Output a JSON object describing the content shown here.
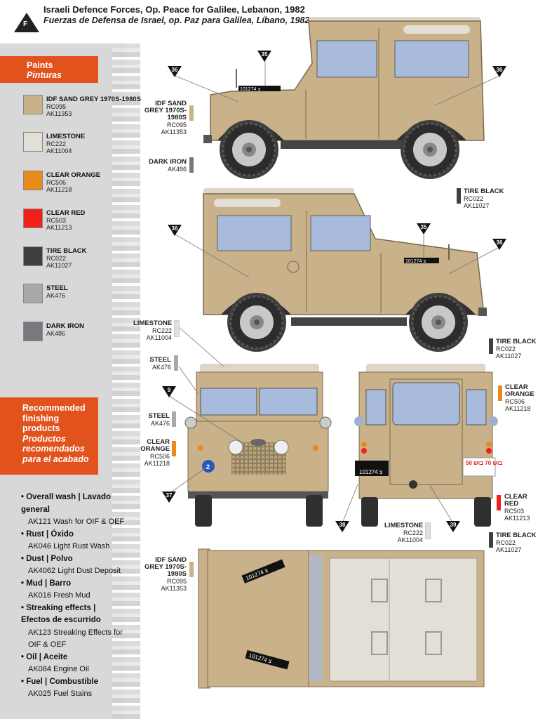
{
  "header": {
    "badge": "F",
    "title": "Israeli Defence Forces, Op. Peace for Galilee, Lebanon, 1982",
    "subtitle": "Fuerzas de Defensa de Israel, op. Paz para Galilea, Líbano, 1982"
  },
  "paints": {
    "title": "Paints",
    "title_es": "Pinturas",
    "items": [
      {
        "name": "IDF SAND GREY 1970S-1980S",
        "codes": "RC095\nAK11353",
        "color": "#c9b189"
      },
      {
        "name": "LIMESTONE",
        "codes": "RC222\nAK11004",
        "color": "#e4dfd6"
      },
      {
        "name": "CLEAR ORANGE",
        "codes": "RC506\nAK11218",
        "color": "#e88a1c"
      },
      {
        "name": "CLEAR RED",
        "codes": "RC503\nAK11213",
        "color": "#f0201d"
      },
      {
        "name": "TIRE BLACK",
        "codes": "RC022\nAK11027",
        "color": "#3e3f40"
      },
      {
        "name": "STEEL",
        "codes": "AK476",
        "color": "#a9a9a9"
      },
      {
        "name": "DARK IRON",
        "codes": "AK486",
        "color": "#767a7f"
      }
    ]
  },
  "recommended": {
    "title": "Recommended finishing products",
    "title_es": "Productos recomendados para el acabado",
    "items": [
      {
        "title": "• Overall wash | Lavado general",
        "product": "AK121 Wash for OIF & OEF"
      },
      {
        "title": "• Rust | Óxido",
        "product": "AK046 Light Rust Wash"
      },
      {
        "title": "• Dust | Polvo",
        "product": "AK4062 Light Dust Deposit"
      },
      {
        "title": "• Mud | Barro",
        "product": "AK016 Fresh Mud"
      },
      {
        "title": "• Streaking effects | Efectos de escurrido",
        "product": "AK123 Streaking Effects for OIF & OEF"
      },
      {
        "title": "• Oil | Aceite",
        "product": "AK084 Engine Oil"
      },
      {
        "title": "• Fuel | Combustible",
        "product": "AK025 Fuel Stains"
      }
    ]
  },
  "plates": {
    "side": "101274 צ",
    "rear_red": "50 בוש\n70 בוש",
    "front_badge": "2"
  },
  "callouts": {
    "n35": "35",
    "n36": "36",
    "n9": "9",
    "n37": "37",
    "n38": "38",
    "n39": "39",
    "sand": {
      "name": "IDF SAND GREY 1970S-1980S",
      "codes": "RC095\nAK11353"
    },
    "dark_iron": {
      "name": "DARK IRON",
      "codes": "AK486"
    },
    "tire_black": {
      "name": "TIRE BLACK",
      "codes": "RC022\nAK11027"
    },
    "limestone": {
      "name": "LIMESTONE",
      "codes": "RC222\nAK11004"
    },
    "steel": {
      "name": "STEEL",
      "codes": "AK476"
    },
    "clear_orange": {
      "name": "CLEAR ORANGE",
      "codes": "RC506\nAK11218"
    },
    "clear_red": {
      "name": "CLEAR RED",
      "codes": "RC503\nAK11213"
    }
  }
}
